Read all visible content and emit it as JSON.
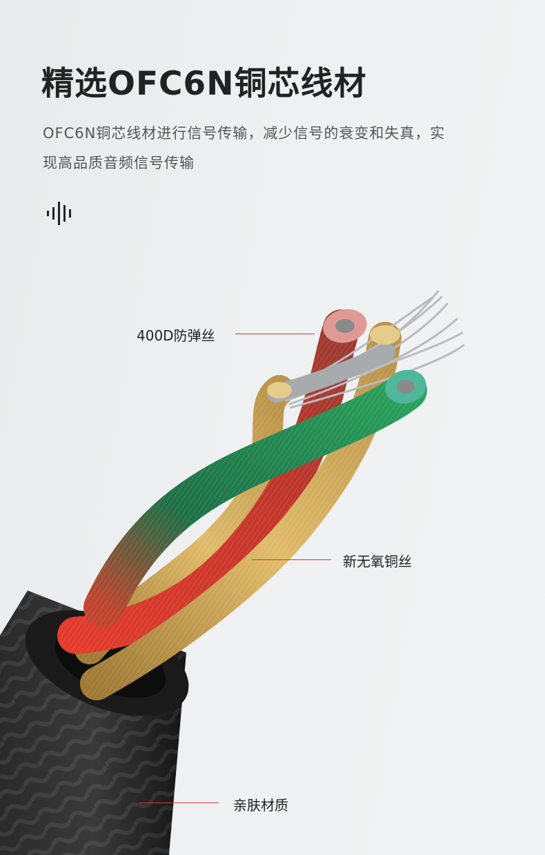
{
  "header": {
    "title": "精选OFC6N铜芯线材",
    "description_lines": [
      "OFC6N铜芯线材进行信号传输，减少信号的衰变和失真，实",
      "现高品质音频信号传输"
    ]
  },
  "icons": {
    "wave": "sound-wave-icon"
  },
  "callouts": [
    {
      "label": "400D防弹丝"
    },
    {
      "label": "新无氧铜丝"
    },
    {
      "label": "亲肤材质"
    }
  ],
  "colors": {
    "accent_line": "#d9363a",
    "title_text": "#222222",
    "body_text": "#555555",
    "jacket": "#1c1c1c",
    "wire_red": "#c93428",
    "wire_green": "#1f8a4d",
    "wire_gold": "#c9a04a",
    "wire_silver": "#b8bcc0",
    "core_red": "#e09a95",
    "core_teal": "#4fb79a"
  }
}
